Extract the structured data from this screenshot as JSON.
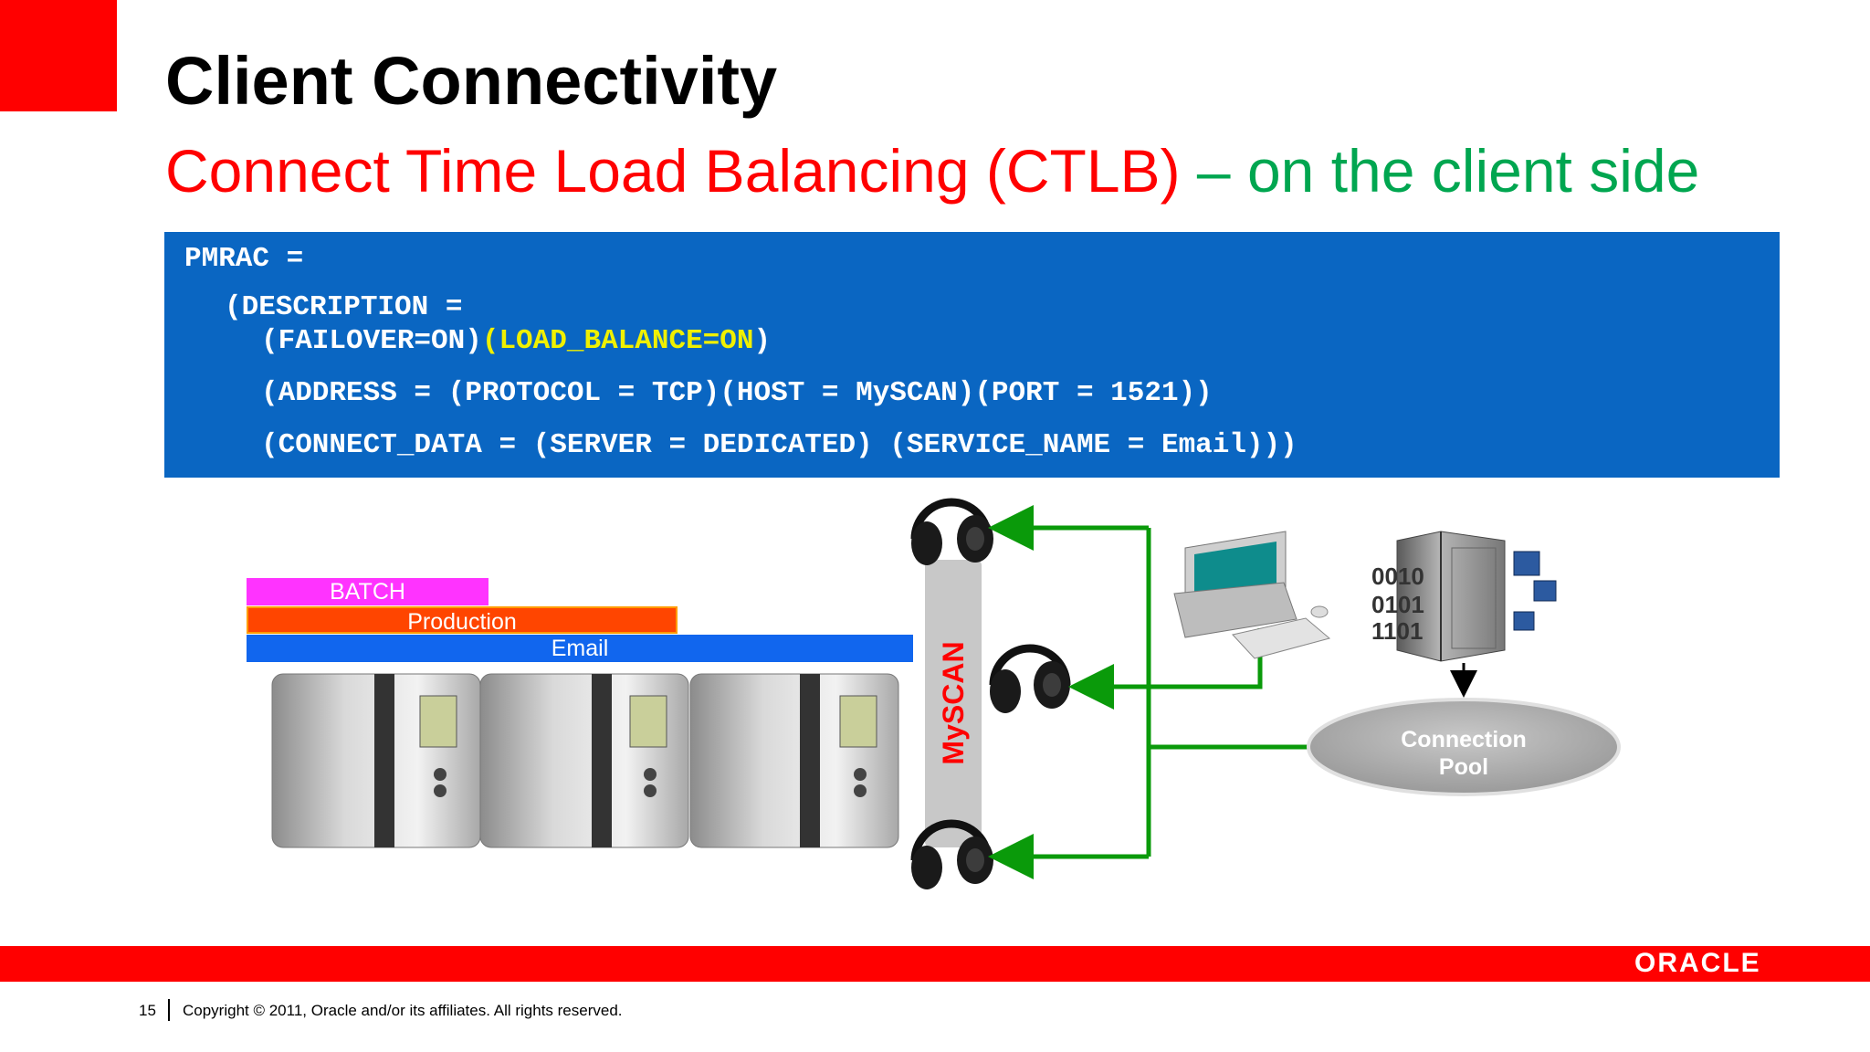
{
  "header": {
    "title": "Client Connectivity",
    "subtitle_red": "Connect Time Load Balancing (CTLB)",
    "subtitle_green": "– on the client side"
  },
  "code": {
    "line1": "PMRAC =",
    "line2": "(DESCRIPTION =",
    "line3_a": "(FAILOVER=ON)",
    "line3_b": "(LOAD_BALANCE=ON",
    "line3_c": ")",
    "line4": "(ADDRESS = (PROTOCOL = TCP)(HOST = MySCAN)(PORT = 1521))",
    "line5": "(CONNECT_DATA = (SERVER = DEDICATED) (SERVICE_NAME = Email)))"
  },
  "services": {
    "batch": "BATCH",
    "production": "Production",
    "email": "Email"
  },
  "diagram": {
    "scan_label": "MySCAN",
    "pool_label_1": "Connection",
    "pool_label_2": "Pool",
    "binary": [
      "0010",
      "0101",
      "1101"
    ]
  },
  "footer": {
    "page_number": "15",
    "copyright": "Copyright © 2011, Oracle and/or its affiliates. All rights reserved.",
    "logo": "ORACLE"
  },
  "colors": {
    "brand_red": "#ff0000",
    "subtitle_green": "#00a650",
    "code_bg": "#0a66c2",
    "highlight_yellow": "#f0f000",
    "connector_green": "#0a9a0a"
  }
}
